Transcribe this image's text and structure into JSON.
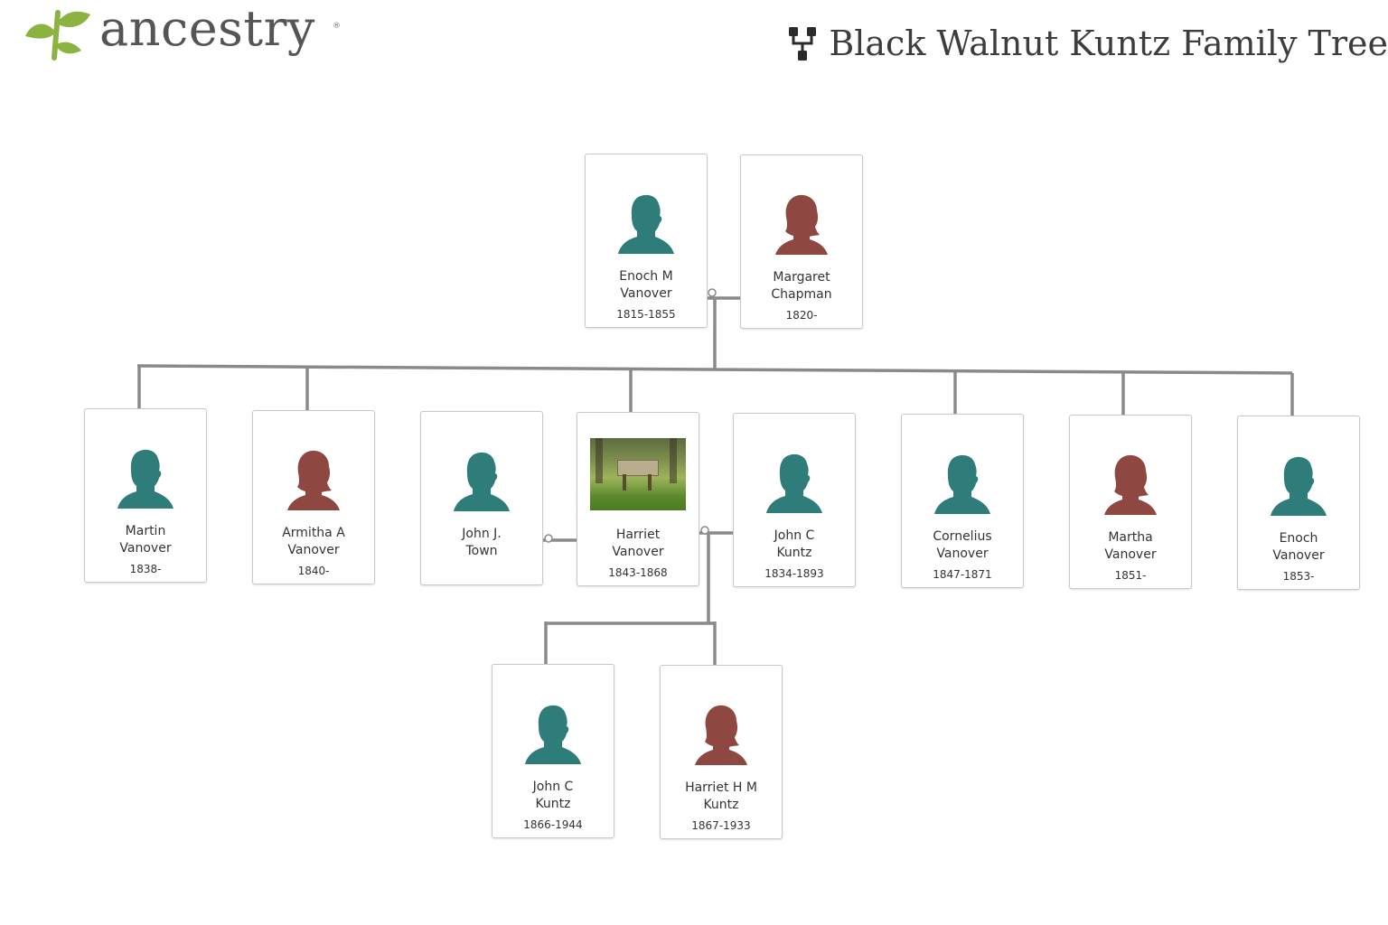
{
  "header": {
    "brand": "ancestry",
    "brand_reg": "®",
    "tree_title": "Black Walnut Kuntz Family Tree"
  },
  "colors": {
    "male": "#2e7d7a",
    "female": "#8e4841",
    "connector": "#8a8a8a",
    "brand_green": "#8ab33f",
    "brand_text": "#555555"
  },
  "people": [
    {
      "id": "p1",
      "name": "Enoch M\nVanover",
      "dates": "1815-1855",
      "gender": "male"
    },
    {
      "id": "p2",
      "name": "Margaret\nChapman",
      "dates": "1820-",
      "gender": "female"
    },
    {
      "id": "c1",
      "name": "Martin\nVanover",
      "dates": "1838-",
      "gender": "male"
    },
    {
      "id": "c2",
      "name": "Armitha A\nVanover",
      "dates": "1840-",
      "gender": "female"
    },
    {
      "id": "s1",
      "name": "John J.\nTown",
      "dates": "",
      "gender": "male"
    },
    {
      "id": "c3",
      "name": "Harriet\nVanover",
      "dates": "1843-1868",
      "gender": "female",
      "photo": true
    },
    {
      "id": "s2",
      "name": "John C\nKuntz",
      "dates": "1834-1893",
      "gender": "male"
    },
    {
      "id": "c4",
      "name": "Cornelius\nVanover",
      "dates": "1847-1871",
      "gender": "male"
    },
    {
      "id": "c5",
      "name": "Martha\nVanover",
      "dates": "1851-",
      "gender": "female"
    },
    {
      "id": "c6",
      "name": "Enoch\nVanover",
      "dates": "1853-",
      "gender": "male"
    },
    {
      "id": "g1",
      "name": "John C\nKuntz",
      "dates": "1866-1944",
      "gender": "male"
    },
    {
      "id": "g2",
      "name": "Harriet H M\nKuntz",
      "dates": "1867-1933",
      "gender": "female"
    }
  ]
}
